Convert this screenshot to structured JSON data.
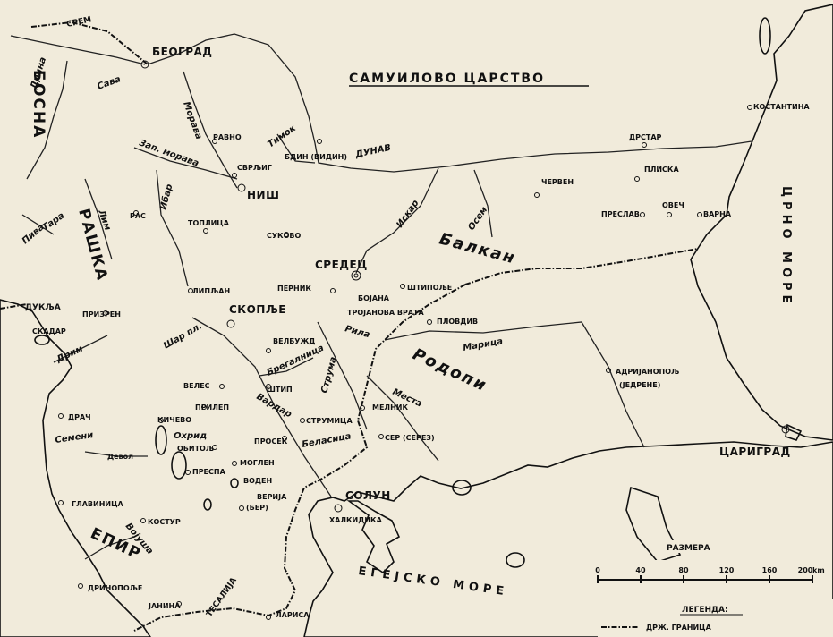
{
  "title": "САМУИЛОВО ЦАРСТВО",
  "regions": {
    "srem": "СРЕМ",
    "bosna": "БОСНА",
    "raska": "РАШКА",
    "epir": "ЕПИР",
    "teselija": "ТЕСАЛИЈА",
    "duklja": "ДУКЉА"
  },
  "seas": {
    "black_sea": "ЦРНО МОРЕ",
    "aegean": "ЕГЕЈСКО МОРЕ"
  },
  "mountains": {
    "balkan": "Балкан",
    "rodopi": "Родопи",
    "rila": "Рила",
    "sar": "Шар пл.",
    "belasica": "Беласица",
    "halkidika": "ХАЛКИДИКА"
  },
  "rivers": {
    "drina": "Дрина",
    "sava": "Сава",
    "morava": "Морава",
    "timok": "Тимок",
    "dunav": "ДУНАВ",
    "zap_morava": "Зап. морава",
    "ibar": "Ибар",
    "lim": "Лим",
    "tara": "Тара",
    "piva": "Пива",
    "iskar": "Искар",
    "osem": "Осем",
    "marica": "Марица",
    "mesta": "Места",
    "struma": "Струма",
    "vardar": "Вардар",
    "bregalnica": "Брегалница",
    "drim": "Дрим",
    "devol": "Девол",
    "semeni": "Семени",
    "vojusa": "Војуша"
  },
  "major_cities": {
    "beograd": "БЕОГРАД",
    "nis": "НИШ",
    "sredec": "СРЕДЕЦ",
    "skoplje": "СКОПЉЕ",
    "solun": "СОЛУН",
    "carigrad": "ЦАРИГРАД"
  },
  "cities": {
    "ravno": "РАВНО",
    "svrljig": "СВРЉИГ",
    "bdin": "БДИН (ВИДИН)",
    "drstar": "ДРСТАР",
    "konstantina": "КОСТАНТИНА",
    "cerven": "ЧЕРВЕН",
    "pliska": "ПЛИСКА",
    "preslav": "ПРЕСЛАВ",
    "ovec": "ОВЕЧ",
    "varna": "ВАРНА",
    "ras": "РАС",
    "toplica": "ТОПЛИЦА",
    "sukovo": "СУКОВО",
    "pernik": "ПЕРНИК",
    "bojana": "БОЈАНА",
    "stipolje": "ШТИПОЉЕ",
    "trojanova_vrata": "ТРОЈАНОВА ВРАТА",
    "plovdiv": "ПЛОВДИВ",
    "lipljan": "ЛИПЉАН",
    "prizren": "ПРИЗРЕН",
    "skadar": "СКАДАР",
    "velbuzd": "ВЕЛБУЖД",
    "veles": "ВЕЛЕС",
    "stip": "ШТИП",
    "prilep": "ПРИЛЕП",
    "strumica": "СТРУМИЦА",
    "melnik": "МЕЛНИК",
    "adrijanopolj": "АДРИЈАНОПОЉ",
    "jedrene": "(ЈЕДРЕНЕ)",
    "ser": "СЕР (СЕРЕЗ)",
    "drac": "ДРАЧ",
    "kicevo": "КИЧЕВО",
    "ohrid": "Охрид",
    "obitolj": "ОБИТОЉ",
    "prosek": "ПРОСЕК",
    "moglen": "МОГЛЕН",
    "voden": "ВОДЕН",
    "prespa": "ПРЕСПА",
    "verija": "ВЕРИЈА",
    "ber": "(БЕР)",
    "glavinica": "ГЛАВИНИЦА",
    "kostur": "КОСТУР",
    "drinopolje": "ДРИНОПОЉЕ",
    "janina": "ЈАНИНА",
    "larisa": "ЛАРИСА"
  },
  "scale": {
    "title": "РАЗМЕРА",
    "ticks": [
      "0",
      "40",
      "80",
      "120",
      "160",
      "200"
    ],
    "unit": "km"
  },
  "legend": {
    "title": "ЛЕГЕНДА:",
    "border_label": "ДРЖ. ГРАНИЦА"
  }
}
